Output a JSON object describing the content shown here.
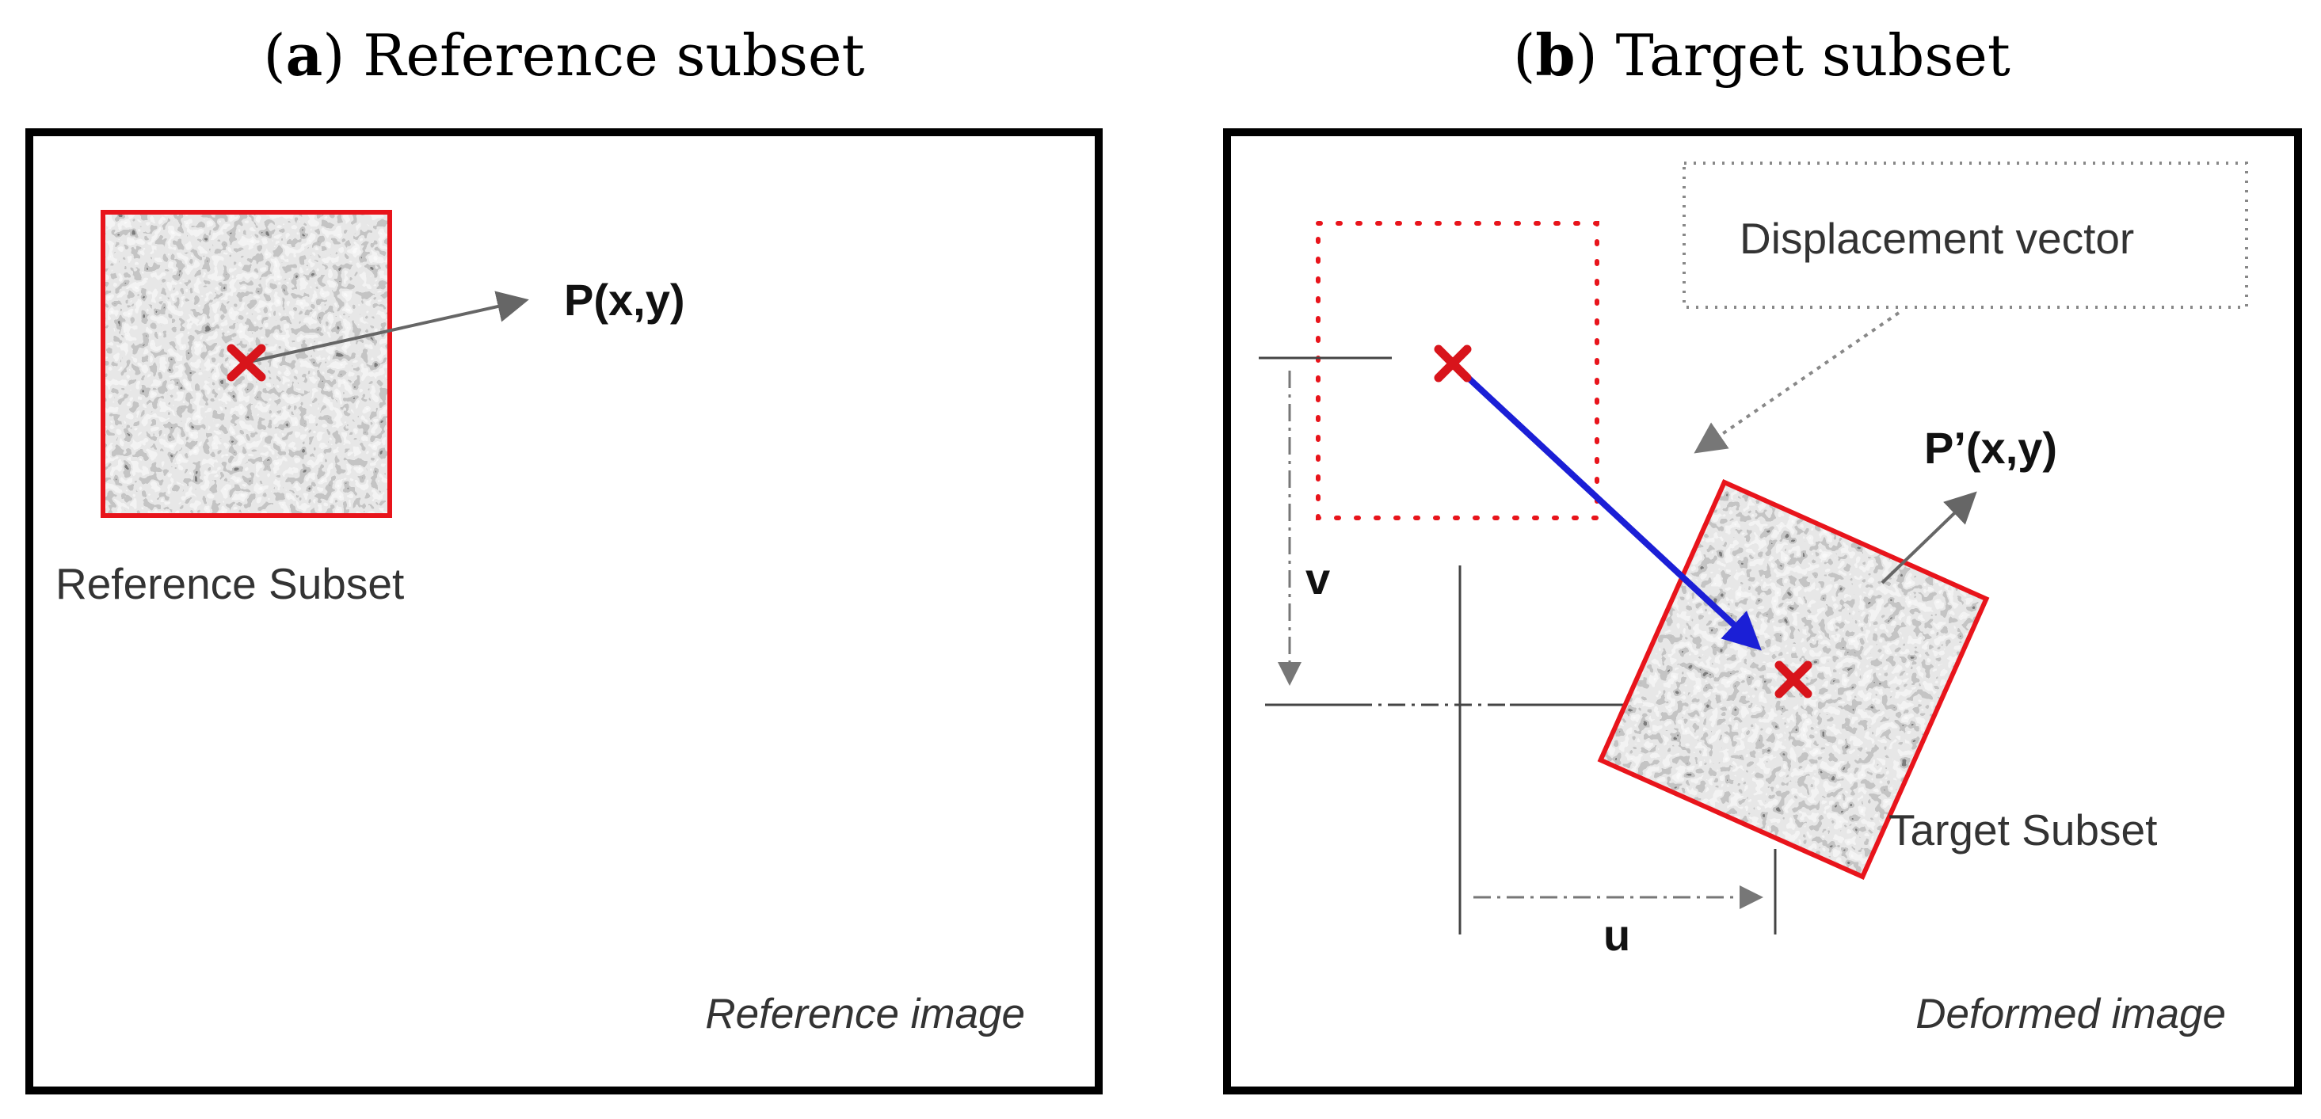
{
  "panel_a": {
    "title_letter": "a",
    "title_text": " Reference subset",
    "point_label": "P(x,y)",
    "subset_label": "Reference Subset",
    "image_label": "Reference image"
  },
  "panel_b": {
    "title_letter": "b",
    "title_text": " Target subset",
    "callout_label": "Displacement vector",
    "point_label": "P’(x,y)",
    "subset_label": "Target Subset",
    "v_label": "v",
    "u_label": "u",
    "image_label": "Deformed image"
  },
  "colors": {
    "subset_border": "#e8141b",
    "marker": "#d8141b",
    "displacement_arrow": "#1b1fd6",
    "arrow_gray": "#666666"
  }
}
